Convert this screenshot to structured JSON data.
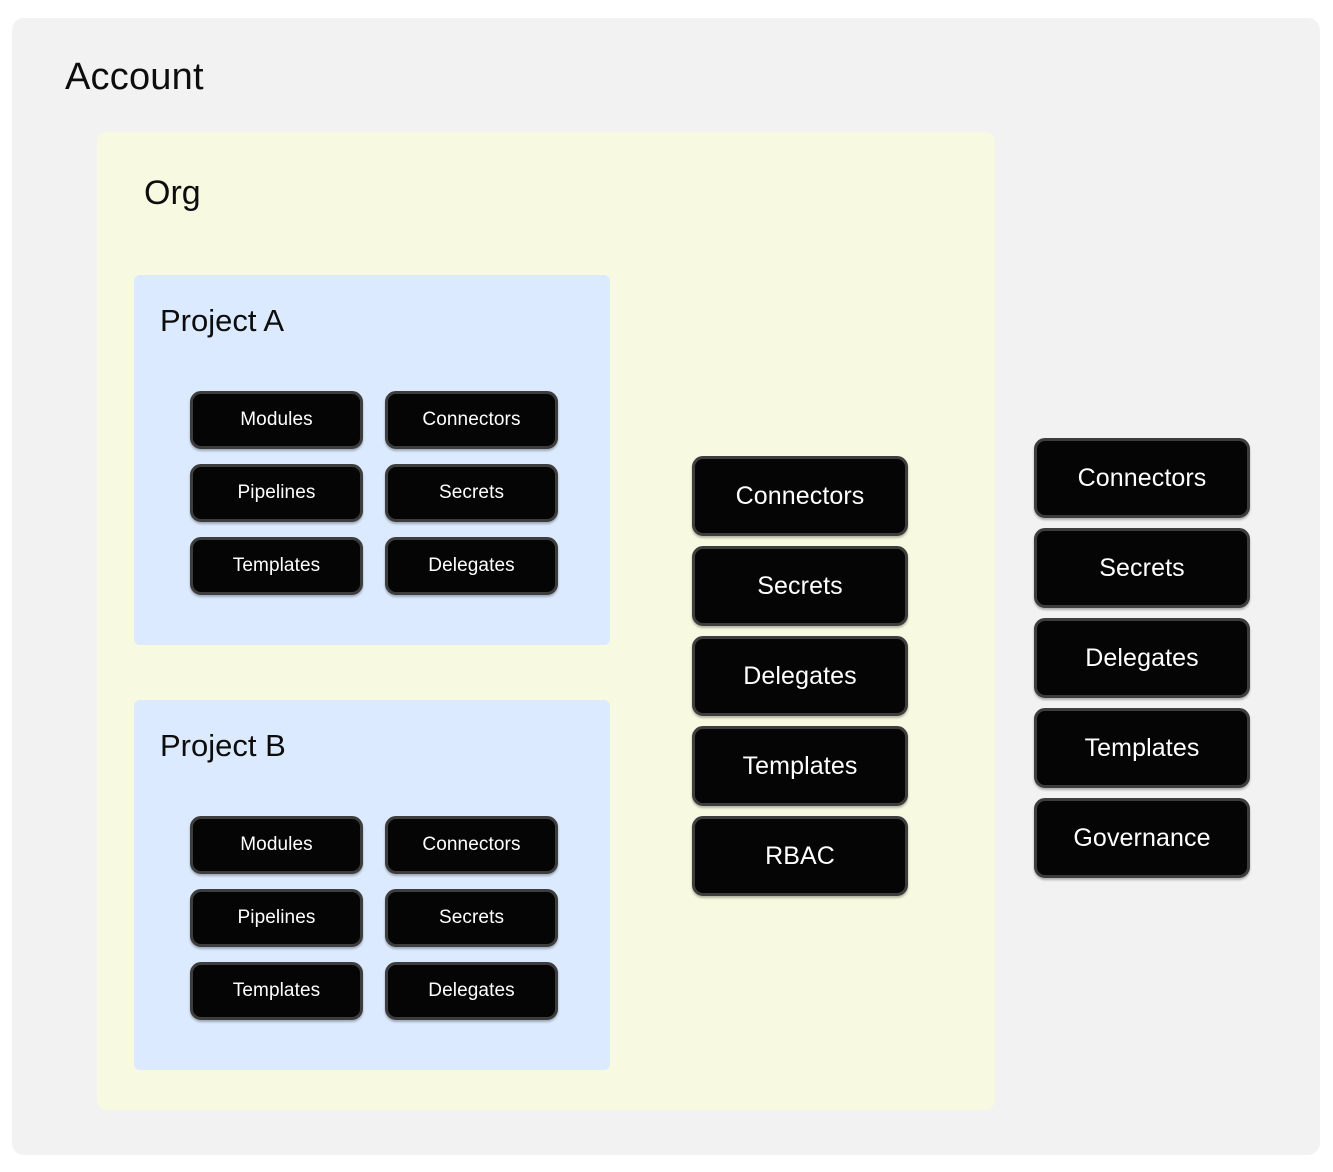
{
  "diagram": {
    "type": "nested-scope-diagram",
    "account": {
      "label": "Account",
      "color": "#f2f2f2"
    },
    "org": {
      "label": "Org",
      "color": "#f7f9e0"
    },
    "projects": [
      {
        "label": "Project A",
        "color": "#dbeafe",
        "items": [
          "Modules",
          "Connectors",
          "Pipelines",
          "Secrets",
          "Templates",
          "Delegates"
        ]
      },
      {
        "label": "Project B",
        "color": "#dbeafe",
        "items": [
          "Modules",
          "Connectors",
          "Pipelines",
          "Secrets",
          "Templates",
          "Delegates"
        ]
      }
    ],
    "org_scope_items": [
      "Connectors",
      "Secrets",
      "Delegates",
      "Templates",
      "RBAC"
    ],
    "account_scope_items": [
      "Connectors",
      "Secrets",
      "Delegates",
      "Templates",
      "Governance"
    ],
    "chip_style": {
      "fill": "#050505",
      "border": "#3d3d3d",
      "text": "#ffffff"
    }
  }
}
